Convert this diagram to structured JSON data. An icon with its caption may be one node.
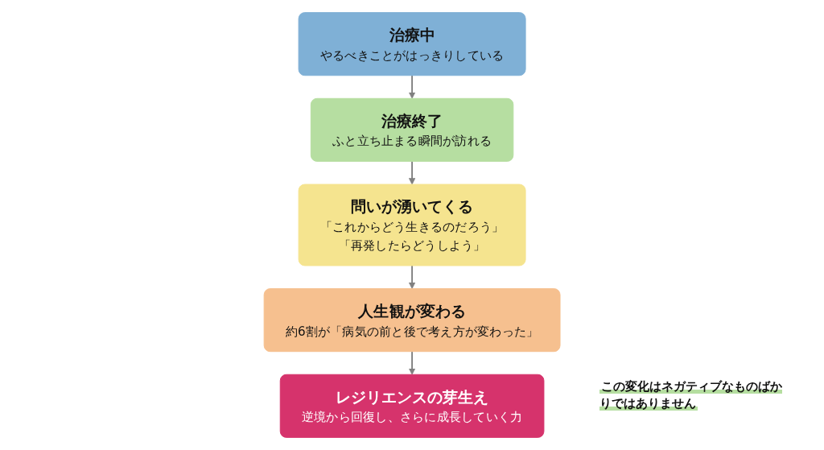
{
  "diagram": {
    "nodes": [
      {
        "text": [
          "治療中",
          "やるべきことがはっきりしている"
        ]
      },
      {
        "text": [
          "治療終了",
          "ふと立ち止まる瞬間が訪れる"
        ]
      },
      {
        "text": [
          "問いが湧いてくる",
          "「これからどう生きるのだろう」",
          "「再発したらどうしよう」"
        ]
      },
      {
        "text": [
          "人生観が変わる",
          "約6割が「病気の前と後で考え方が変わった」"
        ]
      },
      {
        "text": [
          "レジリエンスの芽生え",
          "逆境から回復し、さらに成長していく力"
        ]
      }
    ],
    "edges": [
      {
        "from": 0,
        "to": 1,
        "arrow": "to"
      },
      {
        "from": 1,
        "to": 2,
        "arrow": "to"
      },
      {
        "from": 2,
        "to": 3,
        "arrow": "to"
      },
      {
        "from": 3,
        "to": 4,
        "arrow": "to"
      }
    ],
    "labels": [
      "この変化はネガティブなものばかりではありません"
    ]
  }
}
